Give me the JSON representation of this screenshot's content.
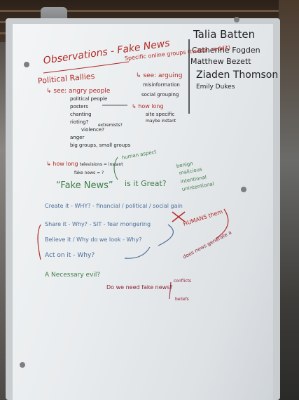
{
  "board": {
    "title": "Observations - Fake News",
    "names": [
      "Talia Batten",
      "Catherine Fogden",
      "Matthew Bezett",
      "Ziaden Thomson",
      "Emily Dukes"
    ],
    "rallies": {
      "heading": "Political Rallies",
      "see": "↳ see: angry people",
      "items": [
        "political people",
        "posters",
        "chanting",
        "rioting?",
        "violence?",
        "anger",
        "big groups, small groups"
      ],
      "extremists": "extremists?",
      "how_long": "↳ how long",
      "televisions": "televisions = instant",
      "fake_news_q": "fake news = ?"
    },
    "groups": {
      "heading": "Specific online groups (twitter, reddit)",
      "see": "↳ see: arguing",
      "items": [
        "misinformation",
        "social grouping"
      ],
      "how_long": "↳ how long",
      "specific": "site specific",
      "maybe": "maybe instant"
    },
    "question": {
      "human_aspect": "human aspect",
      "fake_news": "“Fake News”",
      "is_it_great": "is it Great?",
      "benign": "benign",
      "malicious": "malicious",
      "intentional": "intentional",
      "unintentional": "unintentional"
    },
    "actions": {
      "create": "Create it - WHY? - financial / political / social gain",
      "share": "Share it - Why? - SIT - fear mongering",
      "believe": "Believe it / Why do we look - Why?",
      "act": "Act on it - Why?",
      "humans": "HUMANS them",
      "generate": "does news generate a"
    },
    "evil": {
      "necessary": "A Necessary evil?",
      "need": "Do we need fake news?",
      "conflicts": "conflicts",
      "beliefs": "beliefs"
    }
  },
  "colors": {
    "red_marker": "#b22a26",
    "black_marker": "#1f1f22",
    "green_marker": "#3f7d4a",
    "blue_marker": "#4d6f9a",
    "maroon_marker": "#8c2233"
  }
}
